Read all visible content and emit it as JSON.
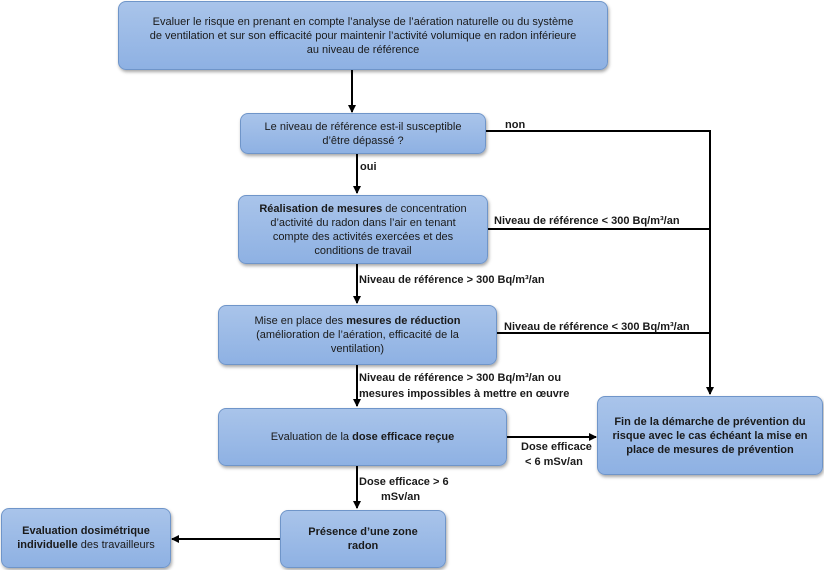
{
  "nodes": {
    "evaluer": {
      "text": "Evaluer le risque en prenant en compte l’analyse de l’aération naturelle ou du système de ventilation et sur son efficacité pour maintenir l’activité volumique en radon inférieure au niveau de référence"
    },
    "question": {
      "text": "Le niveau de référence est-il susceptible d’être dépassé ?"
    },
    "mesures": {
      "bold": "Réalisation de mesures",
      "text": " de concentration d’activité du radon dans l’air en tenant compte des activités exercées et des conditions de travail"
    },
    "reduction": {
      "prefix": "Mise en place des ",
      "bold": "mesures de réduction",
      "text": " (amélioration de l’aération, efficacité de la ventilation)"
    },
    "dose": {
      "prefix": "Evaluation de la ",
      "bold": "dose efficace reçue"
    },
    "zone": {
      "bold": "Présence d’une zone radon"
    },
    "dosimetrique": {
      "bold": "Evaluation dosimétrique individuelle",
      "text": " des travailleurs"
    },
    "fin": {
      "text": "Fin de la démarche de prévention du risque avec le cas échéant la mise en place de mesures de prévention"
    }
  },
  "edge_labels": {
    "non": "non",
    "oui": "oui",
    "niveau_inf_1": "Niveau de référence  < 300 Bq/m³/an",
    "niveau_sup_1": "Niveau de référence  > 300 Bq/m³/an",
    "niveau_inf_2": "Niveau de référence  < 300 Bq/m³/an",
    "niveau_sup_2_line1": "Niveau de référence  > 300 Bq/m³/an ou",
    "niveau_sup_2_line2": "mesures impossibles à mettre en œuvre",
    "dose_inf_line1": "Dose efficace",
    "dose_inf_line2": "< 6 mSv/an",
    "dose_sup_line1": "Dose efficace > 6",
    "dose_sup_line2": "mSv/an"
  }
}
